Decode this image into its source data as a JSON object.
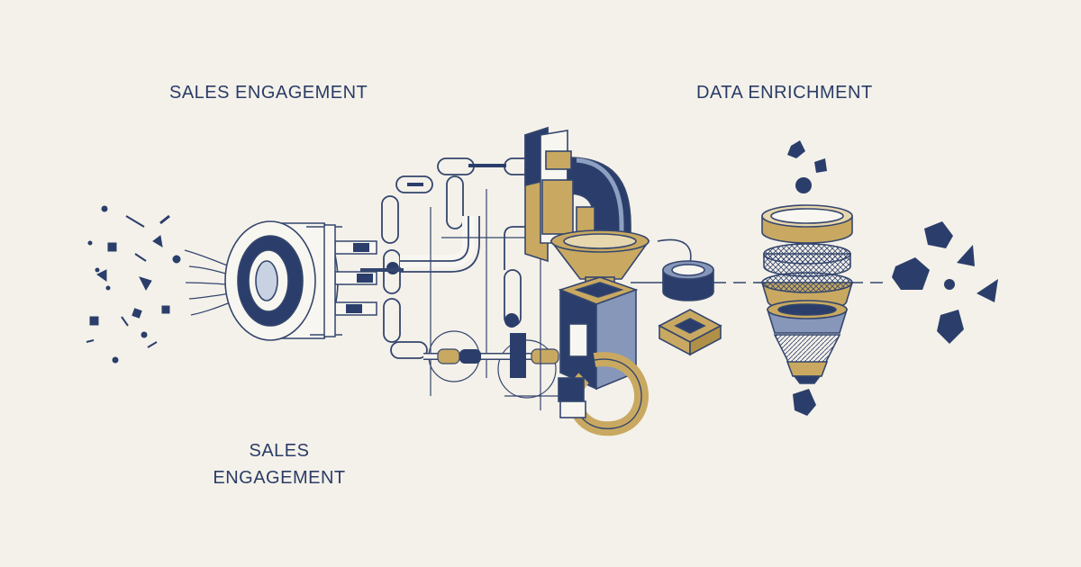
{
  "labels": {
    "sales_top": "SALES ENGAGEMENT",
    "data_enrichment": "DATA ENRICHMENT",
    "sales_bottom_line1": "SALES",
    "sales_bottom_line2": "ENGAGEMENT"
  },
  "colors": {
    "background": "#f4f1ea",
    "navy": "#2b3e6b",
    "gold": "#c9a961",
    "outline": "#34466e",
    "light": "#f8f6f0"
  }
}
